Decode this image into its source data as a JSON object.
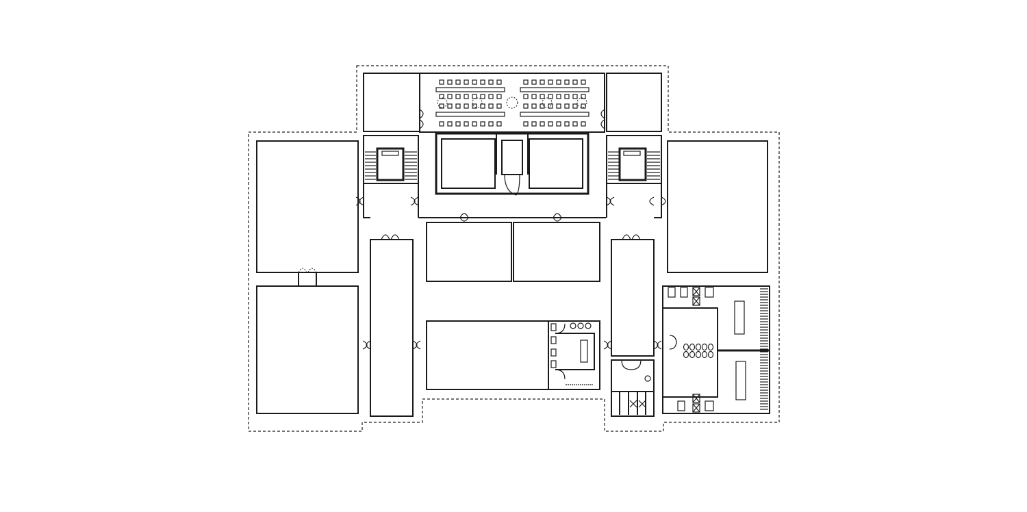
{
  "drawing": {
    "type": "floor-plan",
    "line_color": "#1a1a1a",
    "background": "#ffffff",
    "parts": [
      "outer-outline-dashed",
      "lecture-hall-seating",
      "two-stair-cores",
      "central-laboratories",
      "corridors",
      "toilet-blocks"
    ]
  }
}
